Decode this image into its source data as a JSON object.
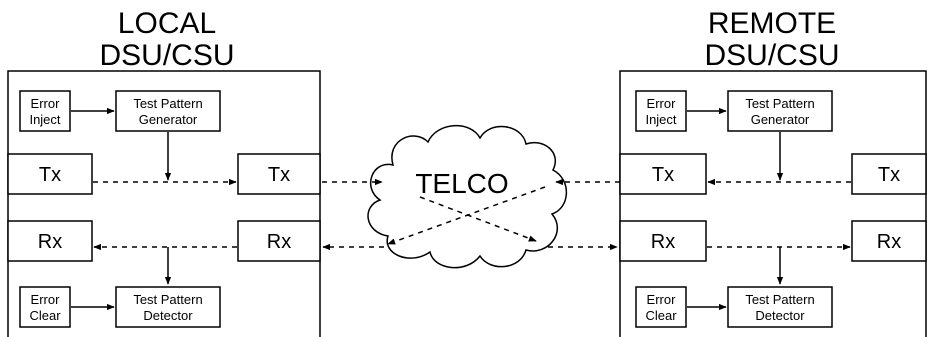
{
  "local": {
    "title_line1": "LOCAL",
    "title_line2": "DSU/CSU",
    "error_inject": [
      "Error",
      "Inject"
    ],
    "generator": [
      "Test Pattern",
      "Generator"
    ],
    "tx": "Tx",
    "rx": "Rx",
    "error_clear": [
      "Error",
      "Clear"
    ],
    "detector": [
      "Test Pattern",
      "Detector"
    ]
  },
  "remote": {
    "title_line1": "REMOTE",
    "title_line2": "DSU/CSU",
    "error_inject": [
      "Error",
      "Inject"
    ],
    "generator": [
      "Test Pattern",
      "Generator"
    ],
    "tx": "Tx",
    "rx": "Rx",
    "error_clear": [
      "Error",
      "Clear"
    ],
    "detector": [
      "Test Pattern",
      "Detector"
    ]
  },
  "cloud": {
    "label": "TELCO"
  },
  "colors": {
    "line": "#000000",
    "background": "#ffffff",
    "cloud_fill": "#ffffff"
  }
}
